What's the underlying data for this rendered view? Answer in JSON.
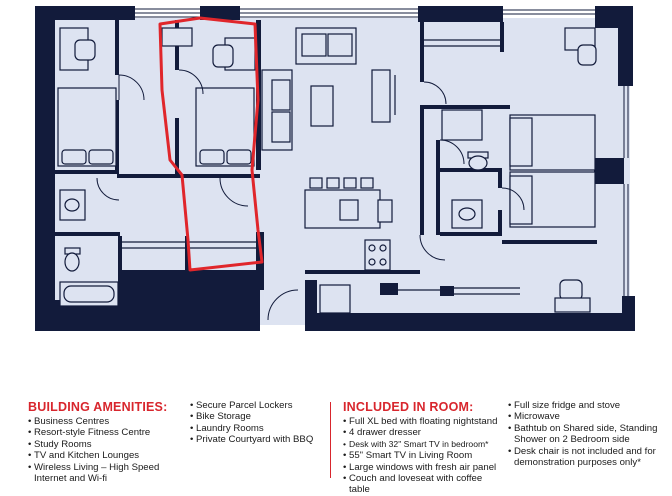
{
  "colors": {
    "wall": "#121b3b",
    "floor": "#dde3f1",
    "line": "#121b3b",
    "highlight": "#e0262b",
    "heading": "#d8262d"
  },
  "amenities": {
    "heading": "BUILDING AMENITIES:",
    "col1": [
      "Business Centres",
      "Resort-style Fitness Centre",
      "Study Rooms",
      "TV and Kitchen Lounges",
      "Wireless Living – High Speed Internet and Wi-fi"
    ],
    "col2": [
      "Secure Parcel Lockers",
      "Bike Storage",
      "Laundry Rooms",
      "Private Courtyard with BBQ"
    ]
  },
  "included": {
    "heading": "INCLUDED IN ROOM:",
    "col1": [
      "Full XL bed with floating nightstand",
      "4 drawer dresser",
      "Desk with 32\" Smart TV in bedroom*",
      "55\" Smart TV in Living Room",
      "Large windows with fresh air panel",
      "Couch and loveseat with coffee table"
    ],
    "col2": [
      "Full size fridge and stove",
      "Microwave",
      "Bathtub on Shared side, Standing Shower on 2 Bedroom side",
      "Desk chair is not included and for demonstration purposes only*"
    ]
  }
}
